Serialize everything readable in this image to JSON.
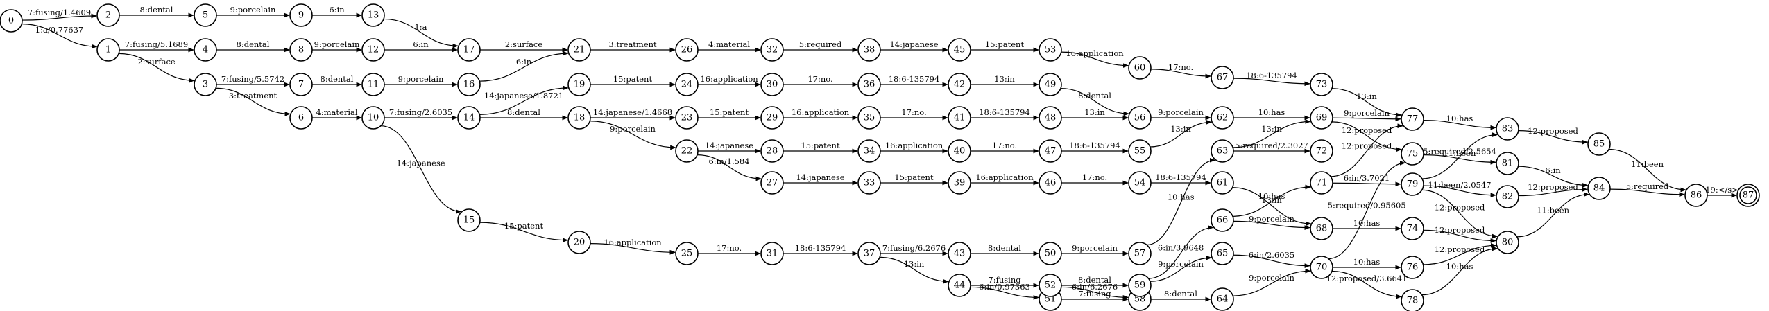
{
  "nodes": [
    "0",
    "1",
    "2",
    "3",
    "4",
    "5",
    "6",
    "7",
    "8",
    "9",
    "10",
    "11",
    "12",
    "13",
    "14",
    "15",
    "16",
    "17",
    "18",
    "19",
    "20",
    "21",
    "22",
    "23",
    "24",
    "25",
    "26",
    "27",
    "28",
    "29",
    "30",
    "31",
    "32",
    "33",
    "34",
    "35",
    "36",
    "37",
    "38",
    "39",
    "40",
    "41",
    "42",
    "43",
    "44",
    "45",
    "46",
    "47",
    "48",
    "49",
    "50",
    "51",
    "52",
    "53",
    "54",
    "55",
    "56",
    "57",
    "58",
    "59",
    "60",
    "61",
    "62",
    "63",
    "64",
    "65",
    "66",
    "67",
    "68",
    "69",
    "70",
    "71",
    "72",
    "73",
    "74",
    "75",
    "76",
    "77",
    "78",
    "79",
    "80",
    "81",
    "82",
    "83",
    "84",
    "85",
    "86",
    "87"
  ],
  "start_node": "0",
  "final_node": "87",
  "edges": [
    {
      "from": "0",
      "to": "2",
      "label": "7:fusing/1.4609"
    },
    {
      "from": "0",
      "to": "1",
      "label": "1:a/0.77637"
    },
    {
      "from": "2",
      "to": "5",
      "label": "8:dental"
    },
    {
      "from": "5",
      "to": "9",
      "label": "9:porcelain"
    },
    {
      "from": "9",
      "to": "13",
      "label": "6:in"
    },
    {
      "from": "13",
      "to": "17",
      "label": "1:a"
    },
    {
      "from": "1",
      "to": "4",
      "label": "7:fusing/5.1689"
    },
    {
      "from": "1",
      "to": "3",
      "label": "2:surface"
    },
    {
      "from": "4",
      "to": "8",
      "label": "8:dental"
    },
    {
      "from": "8",
      "to": "12",
      "label": "9:porcelain"
    },
    {
      "from": "12",
      "to": "17",
      "label": "6:in"
    },
    {
      "from": "17",
      "to": "21",
      "label": "2:surface"
    },
    {
      "from": "3",
      "to": "7",
      "label": "7:fusing/5.5742"
    },
    {
      "from": "3",
      "to": "6",
      "label": "3:treatment"
    },
    {
      "from": "7",
      "to": "11",
      "label": "8:dental"
    },
    {
      "from": "11",
      "to": "16",
      "label": "9:porcelain"
    },
    {
      "from": "16",
      "to": "21",
      "label": "6:in"
    },
    {
      "from": "6",
      "to": "10",
      "label": "4:material"
    },
    {
      "from": "10",
      "to": "14",
      "label": "7:fusing/2.6035"
    },
    {
      "from": "10",
      "to": "15",
      "label": "14:japanese"
    },
    {
      "from": "14",
      "to": "19",
      "label": "14:japanese/1.8721"
    },
    {
      "from": "14",
      "to": "18",
      "label": "8:dental"
    },
    {
      "from": "21",
      "to": "26",
      "label": "3:treatment"
    },
    {
      "from": "26",
      "to": "32",
      "label": "4:material"
    },
    {
      "from": "32",
      "to": "38",
      "label": "5:required"
    },
    {
      "from": "38",
      "to": "45",
      "label": "14:japanese"
    },
    {
      "from": "45",
      "to": "53",
      "label": "15:patent"
    },
    {
      "from": "53",
      "to": "60",
      "label": "16:application"
    },
    {
      "from": "60",
      "to": "67",
      "label": "17:no."
    },
    {
      "from": "67",
      "to": "73",
      "label": "18:6-135794"
    },
    {
      "from": "73",
      "to": "77",
      "label": "13:in"
    },
    {
      "from": "19",
      "to": "24",
      "label": "15:patent"
    },
    {
      "from": "24",
      "to": "30",
      "label": "16:application"
    },
    {
      "from": "30",
      "to": "36",
      "label": "17:no."
    },
    {
      "from": "36",
      "to": "42",
      "label": "18:6-135794"
    },
    {
      "from": "42",
      "to": "49",
      "label": "13:in"
    },
    {
      "from": "49",
      "to": "56",
      "label": "8:dental"
    },
    {
      "from": "18",
      "to": "23",
      "label": "14:japanese/1.4668"
    },
    {
      "from": "18",
      "to": "22",
      "label": "9:porcelain"
    },
    {
      "from": "23",
      "to": "29",
      "label": "15:patent"
    },
    {
      "from": "29",
      "to": "35",
      "label": "16:application"
    },
    {
      "from": "35",
      "to": "41",
      "label": "17:no."
    },
    {
      "from": "41",
      "to": "48",
      "label": "18:6-135794"
    },
    {
      "from": "48",
      "to": "56",
      "label": "13:in"
    },
    {
      "from": "56",
      "to": "62",
      "label": "9:porcelain"
    },
    {
      "from": "62",
      "to": "69",
      "label": "10:has"
    },
    {
      "from": "22",
      "to": "28",
      "label": "14:japanese"
    },
    {
      "from": "22",
      "to": "27",
      "label": "6:in/1.584"
    },
    {
      "from": "28",
      "to": "34",
      "label": "15:patent"
    },
    {
      "from": "34",
      "to": "40",
      "label": "16:application"
    },
    {
      "from": "40",
      "to": "47",
      "label": "17:no."
    },
    {
      "from": "47",
      "to": "55",
      "label": "18:6-135794"
    },
    {
      "from": "55",
      "to": "62",
      "label": "13:in"
    },
    {
      "from": "27",
      "to": "33",
      "label": "14:japanese"
    },
    {
      "from": "33",
      "to": "39",
      "label": "15:patent"
    },
    {
      "from": "39",
      "to": "46",
      "label": "16:application"
    },
    {
      "from": "46",
      "to": "54",
      "label": "17:no."
    },
    {
      "from": "54",
      "to": "61",
      "label": "18:6-135794"
    },
    {
      "from": "61",
      "to": "68",
      "label": "13:in"
    },
    {
      "from": "15",
      "to": "20",
      "label": "15:patent"
    },
    {
      "from": "20",
      "to": "25",
      "label": "16:application"
    },
    {
      "from": "25",
      "to": "31",
      "label": "17:no."
    },
    {
      "from": "31",
      "to": "37",
      "label": "18:6-135794"
    },
    {
      "from": "37",
      "to": "43",
      "label": "7:fusing/6.2676"
    },
    {
      "from": "37",
      "to": "44",
      "label": "13:in"
    },
    {
      "from": "43",
      "to": "50",
      "label": "8:dental"
    },
    {
      "from": "50",
      "to": "57",
      "label": "9:porcelain"
    },
    {
      "from": "57",
      "to": "63",
      "label": "10:has"
    },
    {
      "from": "63",
      "to": "69",
      "label": "13:in"
    },
    {
      "from": "63",
      "to": "72",
      "label": "5:required/2.3027"
    },
    {
      "from": "44",
      "to": "52",
      "label": "7:fusing"
    },
    {
      "from": "44",
      "to": "51",
      "label": "6:in/0.97363"
    },
    {
      "from": "52",
      "to": "59",
      "label": "8:dental"
    },
    {
      "from": "52",
      "to": "58",
      "label": "6:in/6.2676"
    },
    {
      "from": "51",
      "to": "58",
      "label": "7:fusing"
    },
    {
      "from": "58",
      "to": "64",
      "label": "8:dental"
    },
    {
      "from": "59",
      "to": "66",
      "label": "6:in/3.9648"
    },
    {
      "from": "59",
      "to": "65",
      "label": "9:porcelain"
    },
    {
      "from": "66",
      "to": "71",
      "label": "10:has"
    },
    {
      "from": "66",
      "to": "68",
      "label": "9:porcelain"
    },
    {
      "from": "65",
      "to": "70",
      "label": "6:in/2.6035"
    },
    {
      "from": "64",
      "to": "70",
      "label": "9:porcelain"
    },
    {
      "from": "69",
      "to": "77",
      "label": "9:porcelain"
    },
    {
      "from": "69",
      "to": "75",
      "label": "12:proposed"
    },
    {
      "from": "71",
      "to": "77",
      "label": "12:proposed"
    },
    {
      "from": "71",
      "to": "79",
      "label": "6:in/3.7021"
    },
    {
      "from": "68",
      "to": "74",
      "label": "10:has"
    },
    {
      "from": "70",
      "to": "75",
      "label": "5:required/0.95605"
    },
    {
      "from": "70",
      "to": "76",
      "label": "10:has"
    },
    {
      "from": "70",
      "to": "78",
      "label": "12:proposed/3.6641"
    },
    {
      "from": "77",
      "to": "83",
      "label": "10:has"
    },
    {
      "from": "75",
      "to": "81",
      "label": "11:been"
    },
    {
      "from": "79",
      "to": "83",
      "label": "5:required/2.5654"
    },
    {
      "from": "79",
      "to": "82",
      "label": "11:been/2.0547"
    },
    {
      "from": "79",
      "to": "80",
      "label": "12:proposed"
    },
    {
      "from": "74",
      "to": "80",
      "label": "12:proposed"
    },
    {
      "from": "76",
      "to": "80",
      "label": "12:proposed"
    },
    {
      "from": "78",
      "to": "80",
      "label": "10:has"
    },
    {
      "from": "83",
      "to": "85",
      "label": "12:proposed"
    },
    {
      "from": "81",
      "to": "84",
      "label": "6:in"
    },
    {
      "from": "82",
      "to": "84",
      "label": "12:proposed"
    },
    {
      "from": "80",
      "to": "84",
      "label": "11:been"
    },
    {
      "from": "85",
      "to": "86",
      "label": "11:been"
    },
    {
      "from": "84",
      "to": "86",
      "label": "5:required"
    },
    {
      "from": "86",
      "to": "87",
      "label": "19:</s>"
    }
  ]
}
